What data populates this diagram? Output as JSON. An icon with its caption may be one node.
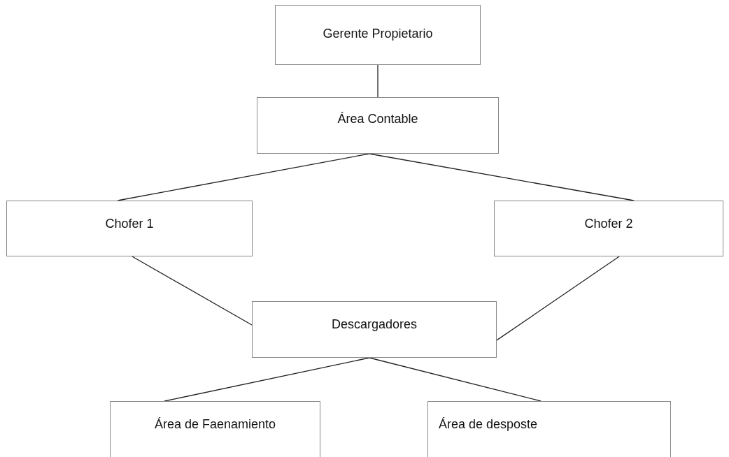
{
  "diagram": {
    "nodes": [
      {
        "text": [
          "Gerente Propietario"
        ]
      },
      {
        "text": [
          "Área Contable"
        ]
      },
      {
        "text": [
          "Chofer 1"
        ]
      },
      {
        "text": [
          "Chofer 2"
        ]
      },
      {
        "text": [
          "Descargadores"
        ]
      },
      {
        "text": [
          "Área de Faenamiento"
        ]
      },
      {
        "text": [
          "Área de desposte"
        ]
      }
    ],
    "edges": [
      {
        "from": 0,
        "to": 1,
        "arrow": "none"
      },
      {
        "from": 1,
        "to": 2,
        "arrow": "none"
      },
      {
        "from": 1,
        "to": 3,
        "arrow": "none"
      },
      {
        "from": 2,
        "to": 4,
        "arrow": "none"
      },
      {
        "from": 3,
        "to": 4,
        "arrow": "none"
      },
      {
        "from": 4,
        "to": 5,
        "arrow": "none"
      },
      {
        "from": 4,
        "to": 6,
        "arrow": "none"
      }
    ]
  }
}
